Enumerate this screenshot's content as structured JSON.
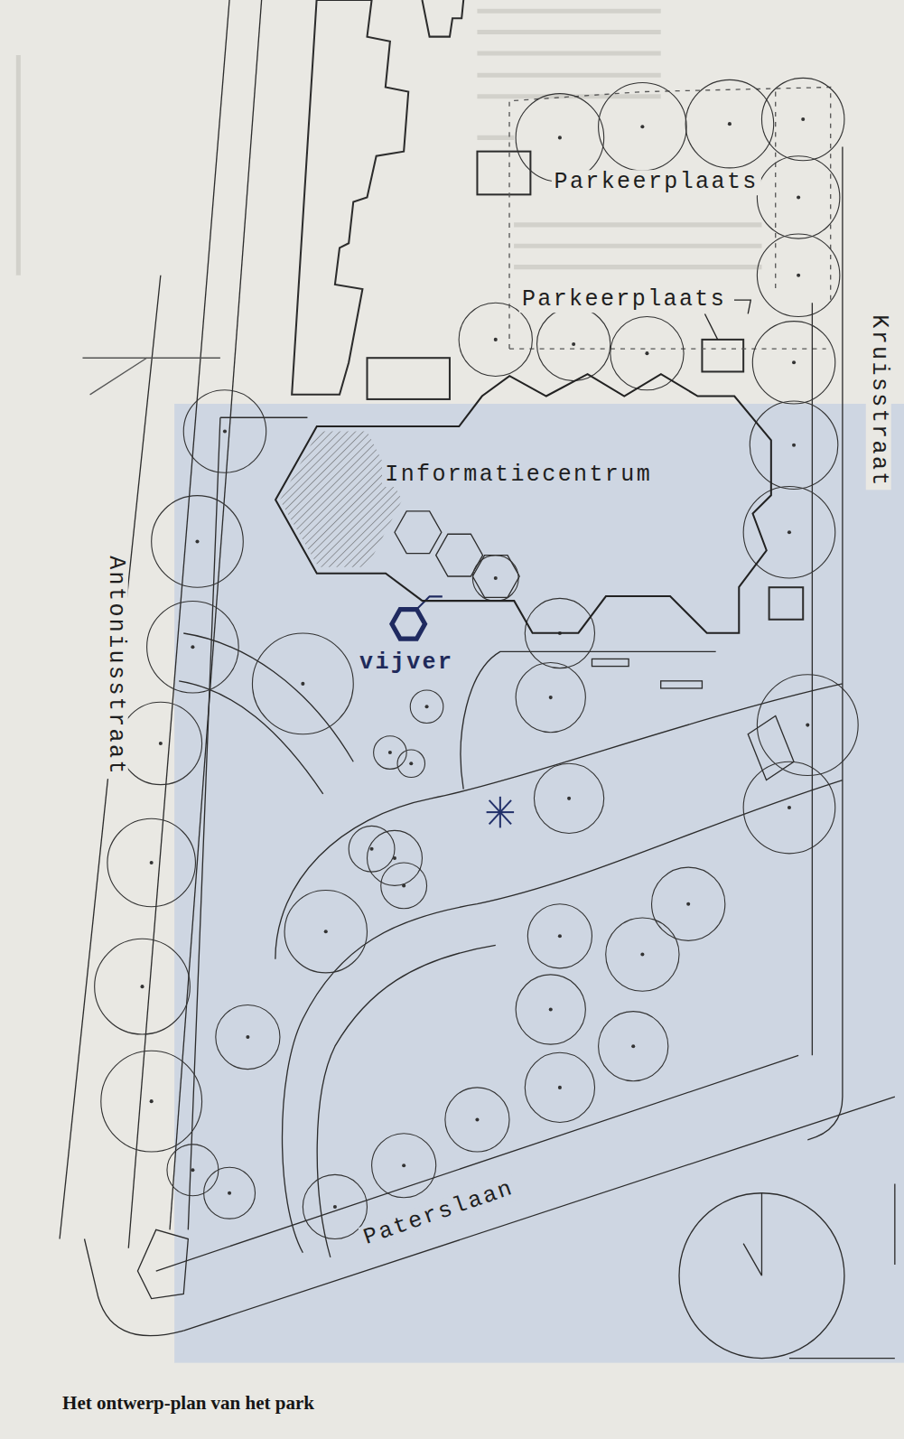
{
  "diagram": {
    "caption": "Het ontwerp-plan van het park",
    "nodes": [
      {
        "text": [
          "Informatiecentrum"
        ]
      }
    ],
    "labels": [
      "Parkeerplaats",
      "Parkeerplaats",
      "Kruisstraat",
      "vijver",
      "Antoniusstraat",
      "Paterslaan"
    ]
  }
}
